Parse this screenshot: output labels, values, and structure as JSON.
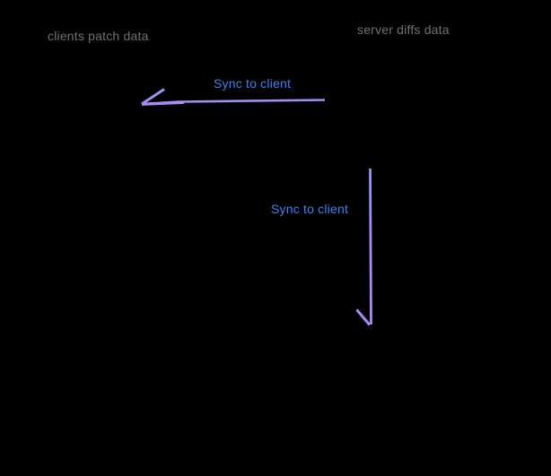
{
  "diagram": {
    "labels": {
      "client_action": "clients patch data",
      "server_action": "server diffs data",
      "sync_arrow_horizontal": "Sync to client",
      "sync_arrow_vertical": "Sync to client"
    },
    "colors": {
      "background": "#000000",
      "label_gray": "#6d7076",
      "sync_label_blue": "#3b82f6",
      "arrow_purple": "#a58df2"
    }
  }
}
